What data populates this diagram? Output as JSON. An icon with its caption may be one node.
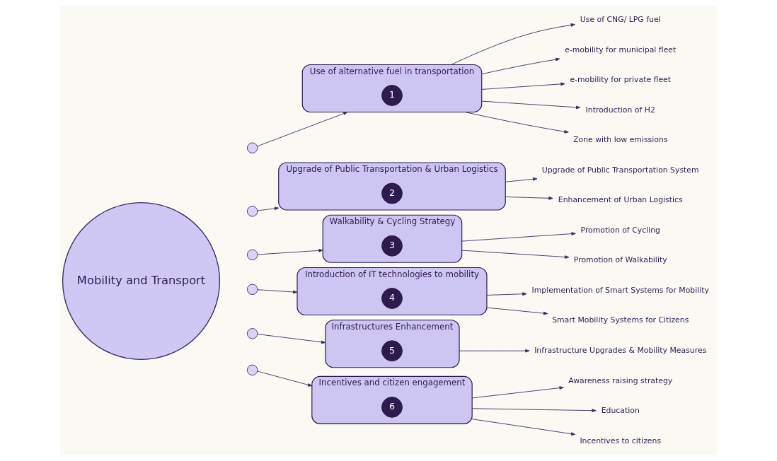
{
  "diagram": {
    "nodes": [
      {
        "text": [
          "Mobility and Transport"
        ]
      },
      {
        "text": [],
        "shape": "circle"
      },
      {
        "text": [],
        "shape": "circle"
      },
      {
        "text": [],
        "shape": "circle"
      },
      {
        "text": [],
        "shape": "circle"
      },
      {
        "text": [],
        "shape": "circle"
      },
      {
        "text": [],
        "shape": "circle"
      },
      {
        "text": [
          "Use of alternative fuel in transportation"
        ]
      },
      {
        "text": [
          "1"
        ],
        "in": 7
      },
      {
        "text": [
          "Use of CNG/ LPG fuel"
        ]
      },
      {
        "text": [
          "e-mobility for municipal fleet"
        ]
      },
      {
        "text": [
          "e-mobility for private fleet"
        ]
      },
      {
        "text": [
          "Introduction of H2"
        ]
      },
      {
        "text": [
          "Zone with low emissions"
        ]
      },
      {
        "text": [
          "Upgrade of Public Transportation & Urban Logistics"
        ]
      },
      {
        "text": [
          "2"
        ],
        "in": 14
      },
      {
        "text": [
          "Upgrade of Public Transportation System"
        ]
      },
      {
        "text": [
          "Enhancement of Urban Logistics"
        ]
      },
      {
        "text": [
          "Walkability & Cycling Strategy"
        ]
      },
      {
        "text": [
          "3"
        ],
        "in": 18
      },
      {
        "text": [
          "Promotion of Cycling"
        ]
      },
      {
        "text": [
          "Promotion of Walkability"
        ]
      },
      {
        "text": [
          "Introduction of IT technologies to mobility"
        ]
      },
      {
        "text": [
          "4"
        ],
        "in": 22
      },
      {
        "text": [
          "Implementation of Smart Systems for Mobility"
        ]
      },
      {
        "text": [
          "Smart Mobility Systems for Citizens"
        ]
      },
      {
        "text": [
          "Infrastructures Enhancement"
        ]
      },
      {
        "text": [
          "5"
        ],
        "in": 26
      },
      {
        "text": [
          "Infrastructure Upgrades & Mobility Measures"
        ]
      },
      {
        "text": [
          "Incentives and citizen engagement"
        ]
      },
      {
        "text": [
          "6"
        ],
        "in": 29
      },
      {
        "text": [
          "Awareness raising strategy"
        ]
      },
      {
        "text": [
          "Education"
        ]
      },
      {
        "text": [
          "Incentives to citizens"
        ]
      }
    ],
    "edges": [
      {
        "from": 1,
        "to": 7,
        "arrow": "to"
      },
      {
        "from": 2,
        "to": 14,
        "arrow": "to"
      },
      {
        "from": 3,
        "to": 18,
        "arrow": "to"
      },
      {
        "from": 4,
        "to": 22,
        "arrow": "to"
      },
      {
        "from": 5,
        "to": 26,
        "arrow": "to"
      },
      {
        "from": 6,
        "to": 29,
        "arrow": "to"
      },
      {
        "from": 7,
        "to": 9,
        "arrow": "to"
      },
      {
        "from": 7,
        "to": 10,
        "arrow": "to"
      },
      {
        "from": 7,
        "to": 11,
        "arrow": "to"
      },
      {
        "from": 7,
        "to": 12,
        "arrow": "to"
      },
      {
        "from": 7,
        "to": 13,
        "arrow": "to"
      },
      {
        "from": 14,
        "to": 16,
        "arrow": "to"
      },
      {
        "from": 14,
        "to": 17,
        "arrow": "to"
      },
      {
        "from": 18,
        "to": 20,
        "arrow": "to"
      },
      {
        "from": 18,
        "to": 21,
        "arrow": "to"
      },
      {
        "from": 22,
        "to": 24,
        "arrow": "to"
      },
      {
        "from": 22,
        "to": 25,
        "arrow": "to"
      },
      {
        "from": 26,
        "to": 28,
        "arrow": "to"
      },
      {
        "from": 29,
        "to": 31,
        "arrow": "to"
      },
      {
        "from": 29,
        "to": 32,
        "arrow": "to"
      },
      {
        "from": 29,
        "to": 33,
        "arrow": "to"
      }
    ]
  }
}
